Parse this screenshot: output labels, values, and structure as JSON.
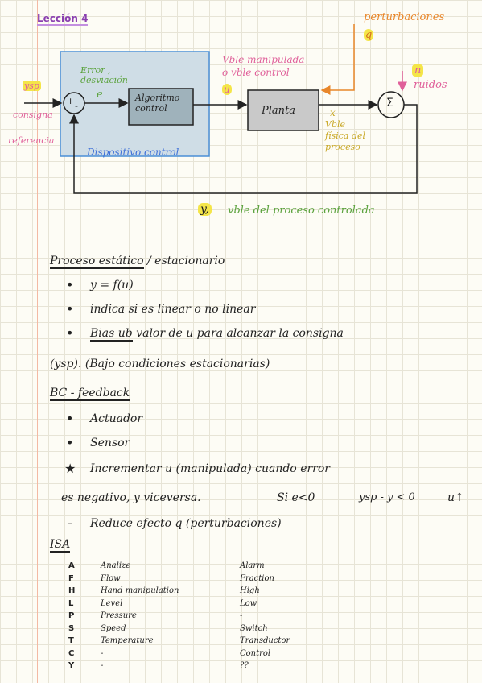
{
  "header": {
    "lesson": "Lección 4"
  },
  "diagram": {
    "perturb_label": "perturbaciones",
    "perturb_symbol": "q",
    "noise_symbol": "n",
    "noise_label": "ruidos",
    "error_label": "Error ,\ndesviación",
    "error_symbol": "e",
    "controller_label": "Algoritmo\ncontrol",
    "plant_label": "Planta",
    "manip_label": "Vble manipulada\no vble control",
    "manip_symbol": "u",
    "x_symbol": "x",
    "x_label": "Vble\nfísica del\nproceso",
    "setpoint_symbol": "ysp",
    "consigna": "consigna",
    "referencia": "referencia",
    "device_label": "Dispositivo control",
    "sum_plus": "+",
    "sum_minus": "-",
    "sigma": "Σ",
    "feedback_symbol": "y,",
    "feedback_label": "vble del proceso controlada",
    "colors": {
      "orange": "#e8862a",
      "pink": "#e0609a",
      "green": "#5aa23c",
      "blue": "#3d6fd8",
      "box_fill": "#cfdde6",
      "highlight": "#f4e548"
    }
  },
  "notes": {
    "static_title": "Proceso estático",
    "static_title_rest": "/ estacionario",
    "static_items": [
      "y = f(u)",
      "indica si es linear o no linear"
    ],
    "bias_underlined": "Bias ub",
    "bias_rest": "valor de u para alcanzar la consigna",
    "bias_cont": "(ysp). (Bajo condiciones estacionarias)",
    "bc_title": "BC - feedback",
    "bc_items": [
      "Actuador",
      "Sensor"
    ],
    "star_line": "Incrementar u (manipulada) cuando error",
    "neg_line_a": "es negativo, y viceversa.",
    "neg_line_b": "Si e<0",
    "neg_line_c": "ysp - y < 0",
    "neg_line_d": "u↑",
    "reduce_line": "Reduce efecto q (perturbaciones)"
  },
  "isa": {
    "title": "ISA",
    "rows": [
      {
        "letter": "A",
        "a": "Analize",
        "b": "Alarm"
      },
      {
        "letter": "F",
        "a": "Flow",
        "b": "Fraction"
      },
      {
        "letter": "H",
        "a": "Hand manipulation",
        "b": "High"
      },
      {
        "letter": "L",
        "a": "Level",
        "b": "Low"
      },
      {
        "letter": "P",
        "a": "Pressure",
        "b": "-"
      },
      {
        "letter": "S",
        "a": "Speed",
        "b": "Switch"
      },
      {
        "letter": "T",
        "a": "Temperature",
        "b": "Transductor"
      },
      {
        "letter": "C",
        "a": "-",
        "b": "Control"
      },
      {
        "letter": "Y",
        "a": "-",
        "b": "??"
      }
    ]
  }
}
